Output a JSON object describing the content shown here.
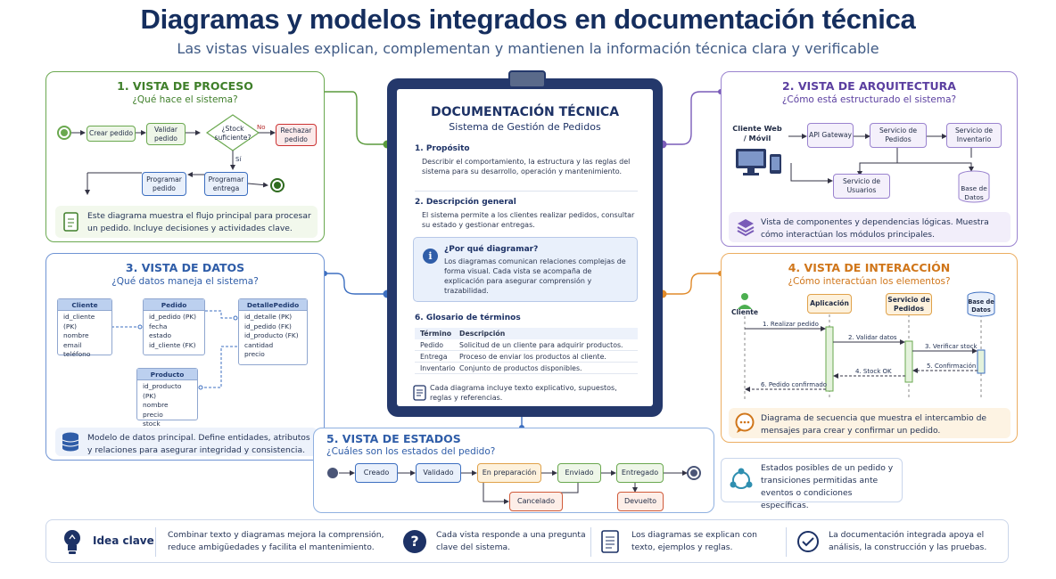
{
  "header": {
    "title": "Diagramas y modelos integrados en documentación técnica",
    "subtitle": "Las vistas visuales explican, complementan y mantienen la información técnica clara y verificable"
  },
  "process": {
    "title": "1. VISTA DE PROCESO",
    "subtitle": "¿Qué hace el sistema?",
    "steps": {
      "crear": "Crear pedido",
      "validar": "Validar pedido",
      "stock": "¿Stock suficiente?",
      "rechazar": "Rechazar pedido",
      "programar": "Programar pedido",
      "entrega": "Programar entrega"
    },
    "no": "No",
    "si": "Sí",
    "note": "Este diagrama muestra el flujo principal para procesar un pedido. Incluye decisiones y actividades clave."
  },
  "data": {
    "title": "3. VISTA DE DATOS",
    "subtitle": "¿Qué datos maneja el sistema?",
    "entities": [
      {
        "name": "Cliente",
        "fields": [
          "id_cliente (PK)",
          "nombre",
          "email",
          "teléfono"
        ]
      },
      {
        "name": "Pedido",
        "fields": [
          "id_pedido (PK)",
          "fecha",
          "estado",
          "id_cliente (FK)"
        ]
      },
      {
        "name": "DetallePedido",
        "fields": [
          "id_detalle (PK)",
          "id_pedido (FK)",
          "id_producto (FK)",
          "cantidad",
          "precio"
        ]
      },
      {
        "name": "Producto",
        "fields": [
          "id_producto (PK)",
          "nombre",
          "precio",
          "stock"
        ]
      }
    ],
    "note": "Modelo de datos principal. Define entidades, atributos y relaciones para asegurar integridad y consistencia."
  },
  "architecture": {
    "title": "2. VISTA DE ARQUITECTURA",
    "subtitle": "¿Cómo está estructurado el sistema?",
    "client": "Cliente Web / Móvil",
    "api": "API Gateway",
    "pedidos": "Servicio de Pedidos",
    "inventario": "Servicio de Inventario",
    "usuarios": "Servicio de Usuarios",
    "bd": "Base de Datos",
    "note": "Vista de componentes y dependencias lógicas. Muestra cómo interactúan los módulos principales."
  },
  "interaction": {
    "title": "4. VISTA DE INTERACCIÓN",
    "subtitle": "¿Cómo interactúan los elementos?",
    "actors": [
      "Cliente",
      "Aplicación",
      "Servicio de Pedidos",
      "Base de Datos"
    ],
    "messages": [
      "1. Realizar pedido",
      "2. Validar datos",
      "3. Verificar stock",
      "5. Confirmación",
      "4. Stock OK",
      "6. Pedido confirmado"
    ],
    "note": "Diagrama de secuencia que muestra el intercambio de mensajes para crear y confirmar un pedido."
  },
  "states": {
    "title": "5. VISTA DE ESTADOS",
    "subtitle": "¿Cuáles son los estados del pedido?",
    "list": [
      "Creado",
      "Validado",
      "En preparación",
      "Enviado",
      "Entregado",
      "Cancelado",
      "Devuelto"
    ],
    "note": "Estados posibles de un pedido y transiciones permitidas ante eventos o condiciones específicas."
  },
  "document": {
    "title": "DOCUMENTACIÓN TÉCNICA",
    "subtitle": "Sistema de Gestión de Pedidos",
    "s1_title": "1. Propósito",
    "s1_text": "Describir el comportamiento, la estructura y las reglas del sistema para su desarrollo, operación y mantenimiento.",
    "s2_title": "2. Descripción general",
    "s2_text": "El sistema permite a los clientes realizar pedidos, consultar su estado y gestionar entregas.",
    "why_title": "¿Por qué diagramar?",
    "why_text": "Los diagramas comunican relaciones complejas de forma visual. Cada vista se acompaña de explicación para asegurar comprensión y trazabilidad.",
    "s6_title": "6. Glosario de términos",
    "col1": "Término",
    "col2": "Descripción",
    "rows": [
      [
        "Pedido",
        "Solicitud de un cliente para adquirir productos."
      ],
      [
        "Entrega",
        "Proceso de enviar los productos al cliente."
      ],
      [
        "Inventario",
        "Conjunto de productos disponibles."
      ]
    ],
    "footer": "Cada diagrama incluye texto explicativo, supuestos, reglas y referencias."
  },
  "footer": {
    "idea": "Idea clave",
    "items": [
      "Combinar texto y diagramas mejora la comprensión, reduce ambigüedades y facilita el mantenimiento.",
      "Cada vista responde a una pregunta clave del sistema.",
      "Los diagramas se explican con texto, ejemplos y reglas.",
      "La documentación integrada apoya el análisis, la construcción y las pruebas."
    ]
  },
  "colors": {
    "green": "#5a9a3c",
    "blue": "#3d6fc0",
    "purple": "#7a5cb8",
    "orange": "#e08a2a",
    "navy": "#1e2f5e"
  }
}
